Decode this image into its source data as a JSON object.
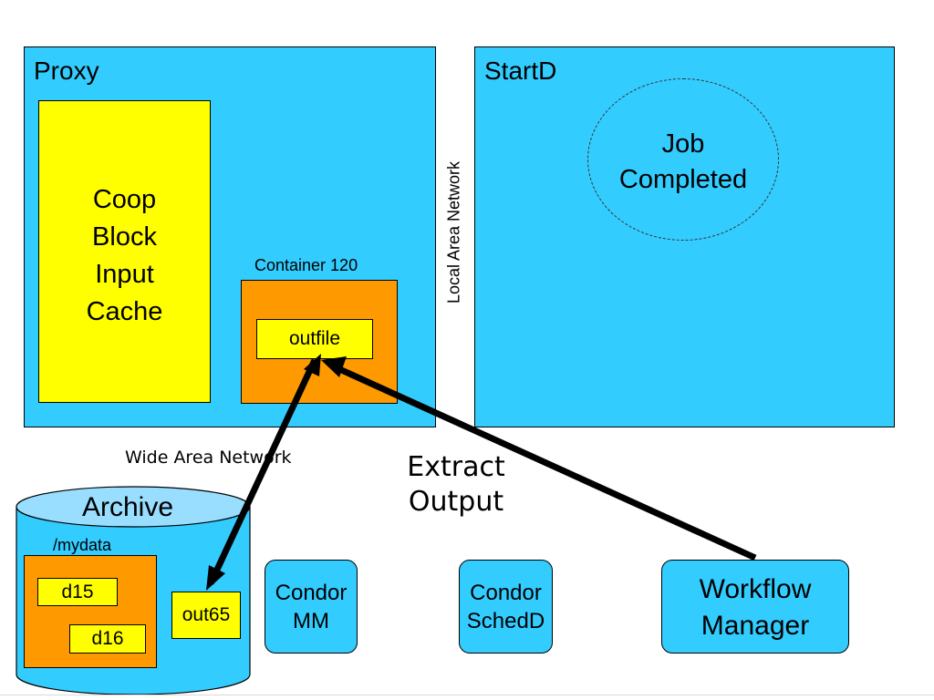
{
  "proxy": {
    "title": "Proxy",
    "cache_label": [
      "Coop",
      "Block",
      "Input",
      "Cache"
    ],
    "container_label": "Container 120",
    "outfile_label": "outfile"
  },
  "startd": {
    "title": "StartD",
    "job_label": [
      "Job",
      "Completed"
    ]
  },
  "network": {
    "lan_label": "Local Area Network",
    "wan_label": "Wide Area Network"
  },
  "extract": {
    "label": [
      "Extract",
      "Output"
    ]
  },
  "archive": {
    "title": "Archive",
    "dir_label": "/mydata",
    "files": [
      "d15",
      "d16"
    ],
    "out_label": "out65"
  },
  "condor_mm": [
    "Condor",
    "MM"
  ],
  "condor_schedd": [
    "Condor",
    "SchedD"
  ],
  "workflow_manager": [
    "Workflow",
    "Manager"
  ],
  "colors": {
    "box_blue": "#33ccff",
    "archive_top": "#99ddff",
    "cache_yellow": "#ffff00",
    "container_orange": "#ff9900",
    "arrow": "#000000"
  }
}
